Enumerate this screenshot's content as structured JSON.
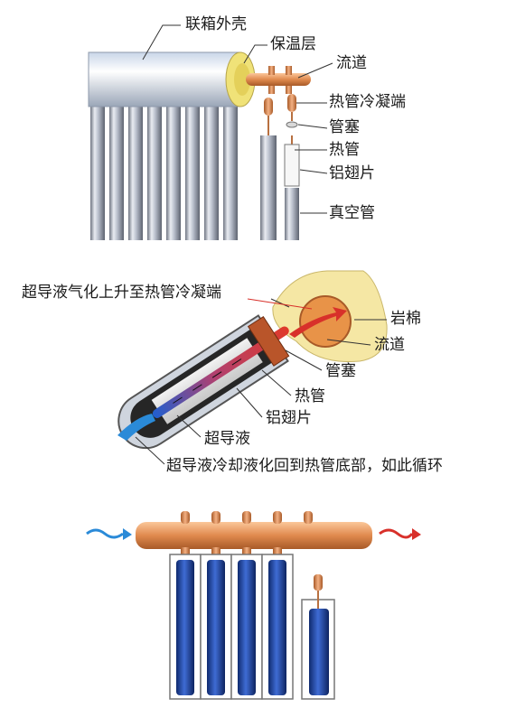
{
  "panel1": {
    "labels": {
      "header_shell": "联箱外壳",
      "insulation": "保温层",
      "manifold": "流道",
      "condenser_end": "热管冷凝端",
      "plug": "管塞",
      "heat_pipe": "热管",
      "fin": "铝翅片",
      "vacuum_tube": "真空管"
    }
  },
  "panel2": {
    "labels": {
      "evaporate": "超导液气化上升至热管冷凝端",
      "rock_wool": "岩棉",
      "manifold": "流道",
      "plug": "管塞",
      "heat_pipe": "热管",
      "fin": "铝翅片",
      "fluid": "超导液",
      "condense": "超导液冷却液化回到热管底部，如此循环"
    }
  },
  "colors": {
    "copper": "#e08a4e",
    "tube_blue": "#1e3f9a",
    "hot_red": "#d8302a",
    "cold_blue": "#2a8ad8",
    "rock_wool": "#f5e7a4"
  }
}
